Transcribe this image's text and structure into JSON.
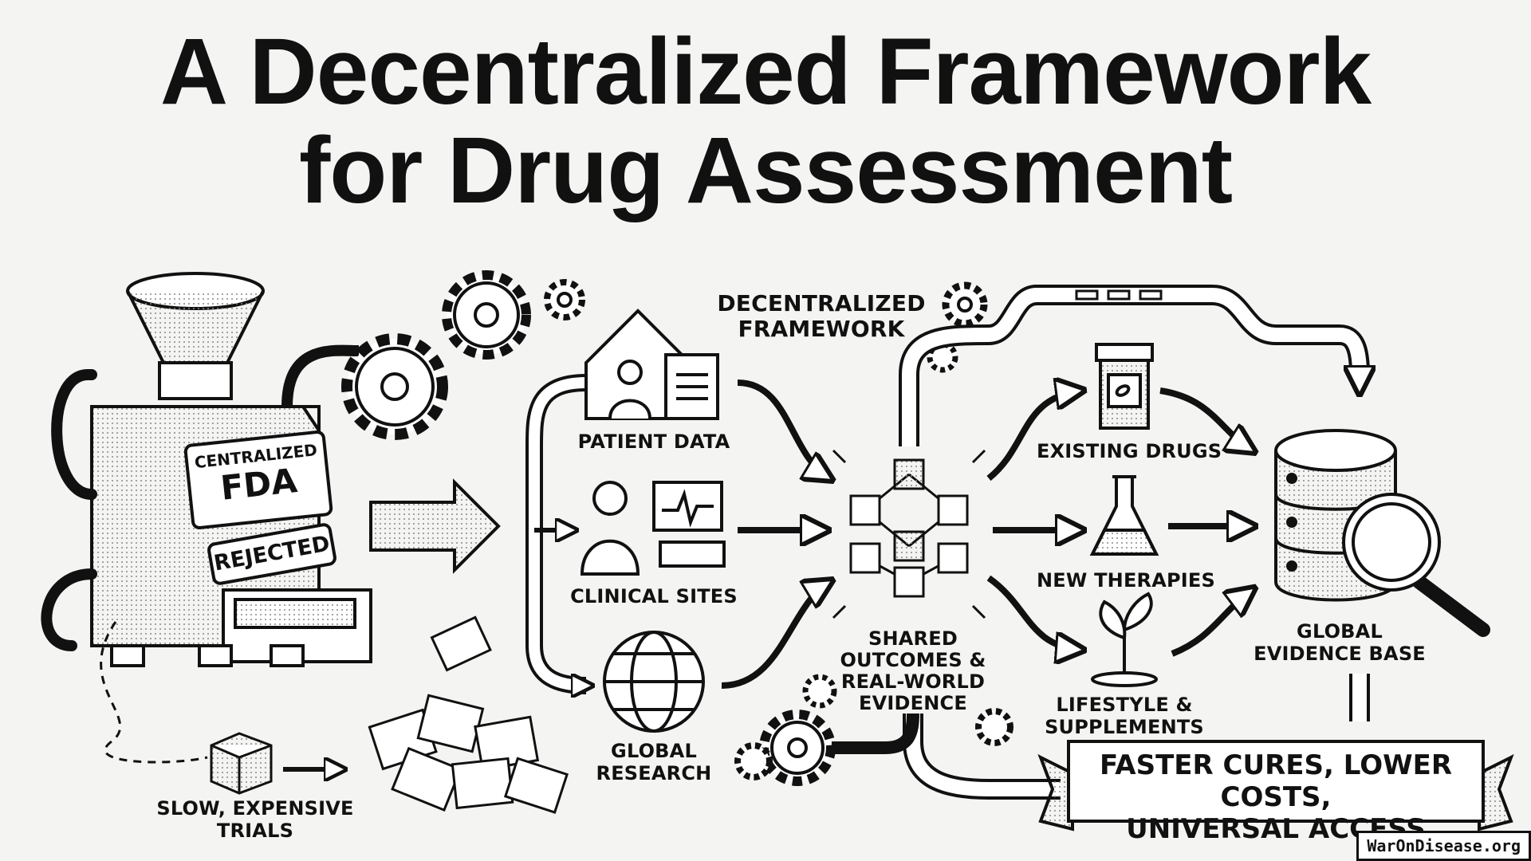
{
  "title": {
    "line1": "A Decentralized Framework",
    "line2": "for Drug Assessment"
  },
  "left": {
    "machine_label_top": "CENTRALIZED",
    "machine_label_big": "FDA",
    "stamp": "REJECTED",
    "trials_line1": "SLOW, EXPENSIVE",
    "trials_line2": "TRIALS"
  },
  "framework_heading": {
    "line1": "DECENTRALIZED",
    "line2": "FRAMEWORK"
  },
  "sources": [
    {
      "label": "PATIENT DATA",
      "icon": "house-patient-icon"
    },
    {
      "label": "CLINICAL SITES",
      "icon": "doctor-monitor-icon"
    },
    {
      "label_line1": "GLOBAL",
      "label_line2": "RESEARCH",
      "icon": "globe-icon"
    }
  ],
  "center": {
    "line1": "SHARED",
    "line2": "OUTCOMES &",
    "line3": "REAL-WORLD",
    "line4": "EVIDENCE",
    "icon": "network-cubes-icon"
  },
  "outputs": [
    {
      "label": "EXISTING DRUGS",
      "icon": "pill-bottle-icon"
    },
    {
      "label": "NEW THERAPIES",
      "icon": "flask-icon"
    },
    {
      "label_line1": "LIFESTYLE &",
      "label_line2": "SUPPLEMENTS",
      "icon": "sprout-icon"
    }
  ],
  "evidence": {
    "line1": "GLOBAL",
    "line2": "EVIDENCE BASE",
    "icon": "database-magnifier-icon"
  },
  "banner": {
    "line1": "FASTER CURES, LOWER COSTS,",
    "line2": "UNIVERSAL ACCESS"
  },
  "footer": "WarOnDisease.org",
  "colors": {
    "ink": "#111111",
    "paper": "#f4f4f2",
    "shade": "#bdbdbd"
  }
}
